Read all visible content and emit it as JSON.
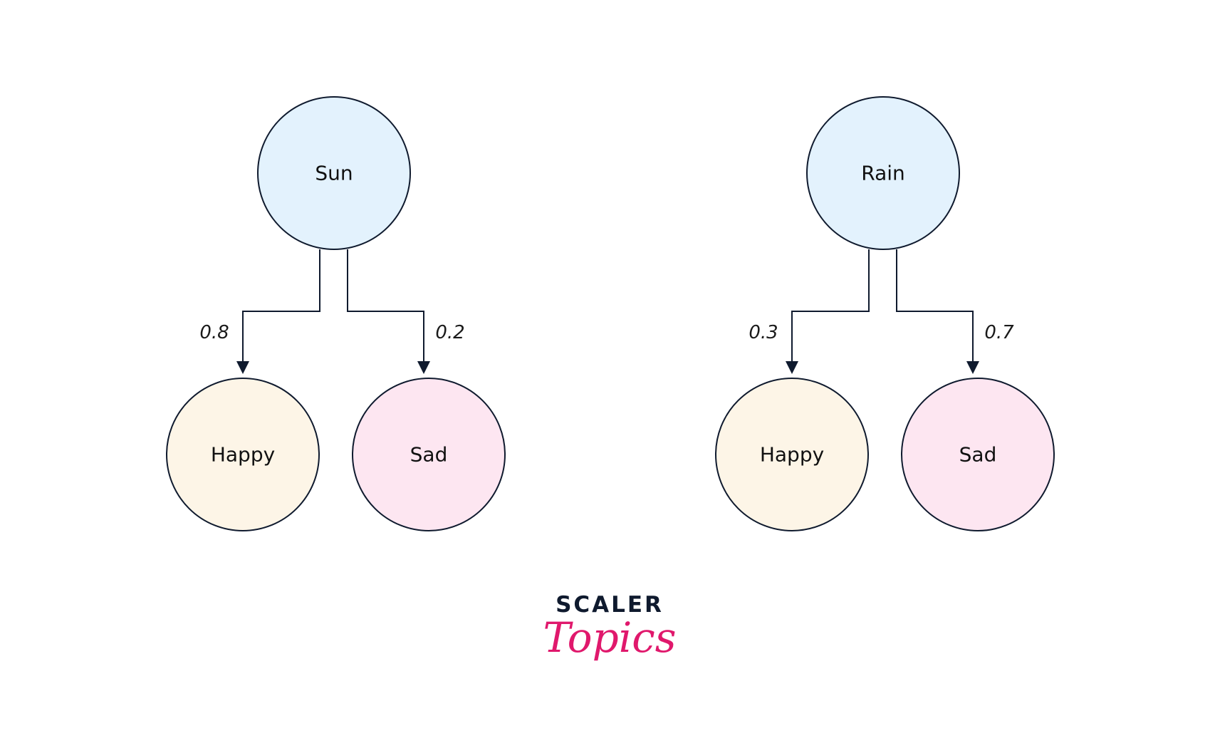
{
  "colors": {
    "root": "#e3f2fd",
    "happy": "#fdf5e7",
    "sad": "#fde6f1",
    "stroke": "#0f1a2e",
    "brand_pink": "#e0186c"
  },
  "trees": [
    {
      "root": "Sun",
      "children": [
        {
          "label": "Happy",
          "prob": "0.8"
        },
        {
          "label": "Sad",
          "prob": "0.2"
        }
      ]
    },
    {
      "root": "Rain",
      "children": [
        {
          "label": "Happy",
          "prob": "0.3"
        },
        {
          "label": "Sad",
          "prob": "0.7"
        }
      ]
    }
  ],
  "logo": {
    "line1": "SCALER",
    "line2": "Topics"
  }
}
